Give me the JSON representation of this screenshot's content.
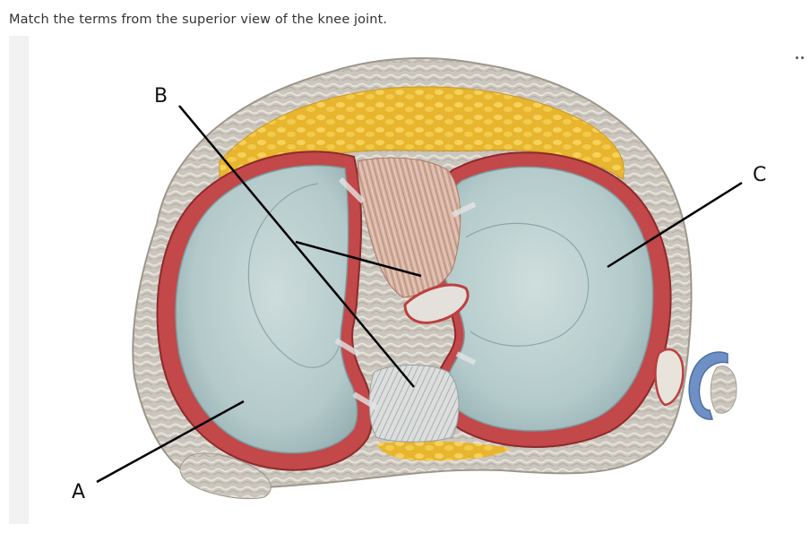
{
  "question": {
    "text": "Match the terms from the superior view of the knee joint."
  },
  "labels": {
    "a": "A",
    "b": "B",
    "c": "C"
  },
  "menu": {
    "icon": "more-options-icon"
  },
  "colors": {
    "fat": "#e9b935",
    "capsule": "#c9c3b8",
    "meniscus": "#bd3f40",
    "cartilage": "#b8cfcf",
    "ligament": "#d9a58f",
    "bursa": "#6f90c4"
  }
}
